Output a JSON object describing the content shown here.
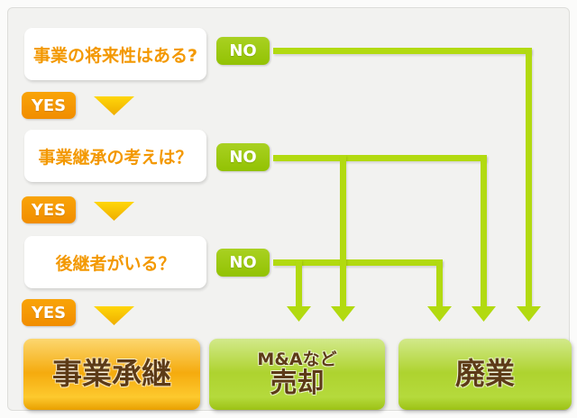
{
  "flowchart": {
    "questions": [
      {
        "text": "事業の将来性はある?",
        "no": "NO",
        "yes": "YES"
      },
      {
        "text": "事業継承の考えは？",
        "no": "NO",
        "yes": "YES"
      },
      {
        "text": "後継者がいる？",
        "no": "NO",
        "yes": "YES"
      }
    ],
    "outcomes": [
      {
        "title": "事業承継"
      },
      {
        "title": "売却",
        "subtitle": "M&Aなど"
      },
      {
        "title": "廃業"
      }
    ],
    "colors": {
      "question_text": "#f39800",
      "yes_chip": "#f59600",
      "no_chip": "#9ec80e",
      "flow_line": "#b2da10",
      "yes_arrow": "#fbc600",
      "outcome_orange": "#f5ab0e",
      "outcome_green": "#aed32f",
      "outcome_text": "#5d3b17",
      "panel_background": "#f2f2f0"
    }
  }
}
